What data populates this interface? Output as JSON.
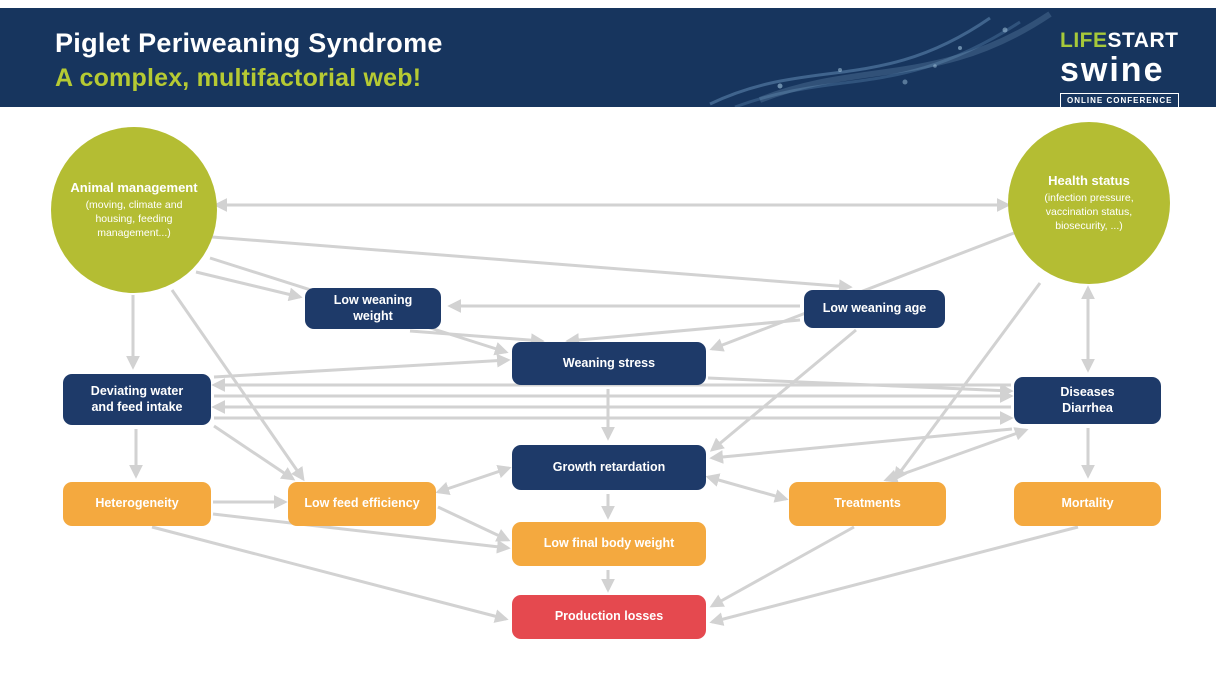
{
  "header": {
    "title": "Piglet Periweaning Syndrome",
    "subtitle": "A complex, multifactorial web!",
    "logo": {
      "life": "LIFE",
      "start": "START",
      "swine": "swine",
      "badge": "ONLINE CONFERENCE"
    }
  },
  "colors": {
    "header_navy": "#17355e",
    "node_navy": "#1e3a69",
    "node_orange": "#f4a93f",
    "node_red": "#e5494f",
    "circle_lime": "#b4bd33",
    "subtitle_green": "#b6ca33",
    "arrow_gray": "#d2d2d2"
  },
  "diagram": {
    "circles": [
      {
        "id": "animal-management",
        "title": "Animal management",
        "subtitle": "(moving, climate and housing, feeding management...)"
      },
      {
        "id": "health-status",
        "title": "Health status",
        "subtitle": "(infection pressure, vaccination status, biosecurity, ...)"
      }
    ],
    "nodes": [
      {
        "id": "low-weaning-weight",
        "label": "Low weaning weight",
        "type": "navy"
      },
      {
        "id": "low-weaning-age",
        "label": "Low weaning age",
        "type": "navy"
      },
      {
        "id": "weaning-stress",
        "label": "Weaning stress",
        "type": "navy"
      },
      {
        "id": "deviating-water-and-feed-intake",
        "label": "Deviating water\nand feed intake",
        "type": "navy"
      },
      {
        "id": "diseases-diarrhea",
        "label": "Diseases\nDiarrhea",
        "type": "navy"
      },
      {
        "id": "growth-retardation",
        "label": "Growth retardation",
        "type": "navy"
      },
      {
        "id": "heterogeneity",
        "label": "Heterogeneity",
        "type": "orange"
      },
      {
        "id": "low-feed-efficiency",
        "label": "Low feed efficiency",
        "type": "orange"
      },
      {
        "id": "treatments",
        "label": "Treatments",
        "type": "orange"
      },
      {
        "id": "mortality",
        "label": "Mortality",
        "type": "orange"
      },
      {
        "id": "low-final-body-weight",
        "label": "Low final body weight",
        "type": "orange"
      },
      {
        "id": "production-losses",
        "label": "Production losses",
        "type": "red"
      }
    ]
  }
}
